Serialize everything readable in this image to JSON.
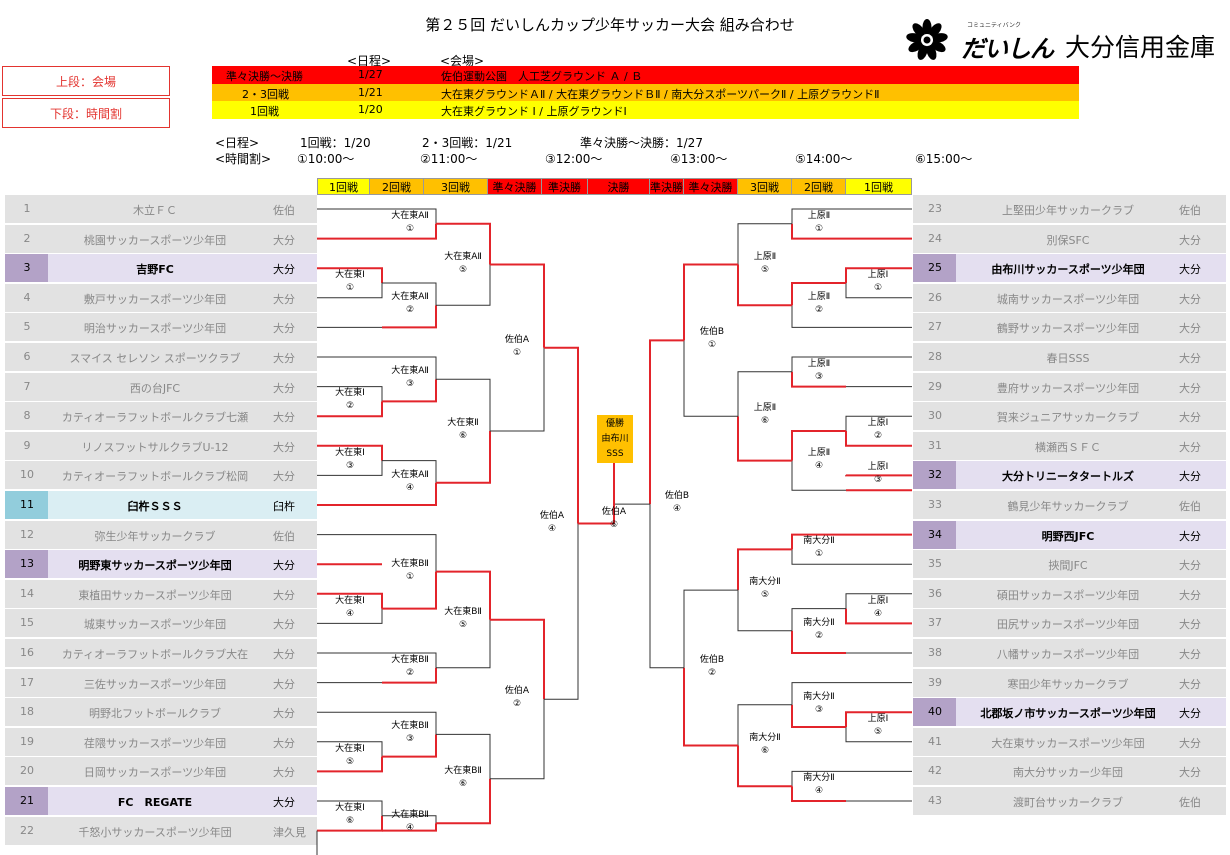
{
  "title": "第２５回 だいしんカップ少年サッカー大会 組み合わせ",
  "logo": {
    "small": "コミュニティバンク",
    "brand": "だいしん",
    "bank": "大分信用金庫"
  },
  "legend": {
    "upper": "上段：会場",
    "lower": "下段：時間割"
  },
  "schedule_header": {
    "date": "<日程>",
    "venue": "<会場>"
  },
  "schedule": [
    {
      "round": "準々決勝～決勝",
      "date": "1/27",
      "venue": "佐伯運動公園　人工芝グラウンド Ａ / Ｂ",
      "color": "#ff0000"
    },
    {
      "round": "2・3回戦",
      "date": "1/21",
      "venue": "大在東グラウンドＡⅡ / 大在東グラウンドＢⅡ / 南大分スポーツパークⅡ / 上原グラウンドⅡ",
      "color": "#ffc000"
    },
    {
      "round": "1回戦",
      "date": "1/20",
      "venue": "大在東グラウンド Ⅰ / 上原グラウンドⅠ",
      "color": "#ffff00"
    }
  ],
  "dates_line": {
    "label": "<日程>",
    "r1": "1回戦：1/20",
    "r23": "2・3回戦：1/21",
    "final": "準々決勝～決勝：1/27"
  },
  "times_line": {
    "label": "<時間割>",
    "t1": "①10:00～",
    "t2": "②11:00～",
    "t3": "③12:00～",
    "t4": "④13:00～",
    "t5": "⑤14:00～",
    "t6": "⑥15:00～"
  },
  "round_bar": [
    {
      "label": "1回戦",
      "color": "#ffff00"
    },
    {
      "label": "2回戦",
      "color": "#ffc000"
    },
    {
      "label": "3回戦",
      "color": "#ffc000"
    },
    {
      "label": "準々決勝",
      "color": "#ff0000"
    },
    {
      "label": "準決勝",
      "color": "#ff0000"
    },
    {
      "label": "決勝",
      "color": "#ff0000"
    },
    {
      "label": "準決勝",
      "color": "#ff0000"
    },
    {
      "label": "準々決勝",
      "color": "#ff0000"
    },
    {
      "label": "3回戦",
      "color": "#ffc000"
    },
    {
      "label": "2回戦",
      "color": "#ffc000"
    },
    {
      "label": "1回戦",
      "color": "#ffff00"
    }
  ],
  "left_teams": [
    {
      "no": "1",
      "name": "木立ＦＣ",
      "region": "佐伯",
      "hl": false
    },
    {
      "no": "2",
      "name": "桃園サッカースポーツ少年団",
      "region": "大分",
      "hl": false
    },
    {
      "no": "3",
      "name": "吉野FC",
      "region": "大分",
      "hl": true
    },
    {
      "no": "4",
      "name": "敷戸サッカースポーツ少年団",
      "region": "大分",
      "hl": false
    },
    {
      "no": "5",
      "name": "明治サッカースポーツ少年団",
      "region": "大分",
      "hl": false
    },
    {
      "no": "6",
      "name": "スマイス セレソン スポーツクラブ",
      "region": "大分",
      "hl": false
    },
    {
      "no": "7",
      "name": "西の台JFC",
      "region": "大分",
      "hl": false
    },
    {
      "no": "8",
      "name": "カティオーラフットボールクラブ七瀬",
      "region": "大分",
      "hl": false
    },
    {
      "no": "9",
      "name": "リノスフットサルクラブU-12",
      "region": "大分",
      "hl": false
    },
    {
      "no": "10",
      "name": "カティオーラフットボールクラブ松岡",
      "region": "大分",
      "hl": false
    },
    {
      "no": "11",
      "name": "臼杵ＳＳＳ",
      "region": "臼杵",
      "hl": true
    },
    {
      "no": "12",
      "name": "弥生少年サッカークラブ",
      "region": "佐伯",
      "hl": false
    },
    {
      "no": "13",
      "name": "明野東サッカースポーツ少年団",
      "region": "大分",
      "hl": true
    },
    {
      "no": "14",
      "name": "東植田サッカースポーツ少年団",
      "region": "大分",
      "hl": false
    },
    {
      "no": "15",
      "name": "城東サッカースポーツ少年団",
      "region": "大分",
      "hl": false
    },
    {
      "no": "16",
      "name": "カティオーラフットボールクラブ大在",
      "region": "大分",
      "hl": false
    },
    {
      "no": "17",
      "name": "三佐サッカースポーツ少年団",
      "region": "大分",
      "hl": false
    },
    {
      "no": "18",
      "name": "明野北フットボールクラブ",
      "region": "大分",
      "hl": false
    },
    {
      "no": "19",
      "name": "荏隈サッカースポーツ少年団",
      "region": "大分",
      "hl": false
    },
    {
      "no": "20",
      "name": "日岡サッカースポーツ少年団",
      "region": "大分",
      "hl": false
    },
    {
      "no": "21",
      "name": "FC　REGATE",
      "region": "大分",
      "hl": true
    },
    {
      "no": "22",
      "name": "千怒小サッカースポーツ少年団",
      "region": "津久見",
      "hl": false
    }
  ],
  "right_teams": [
    {
      "no": "23",
      "name": "上堅田少年サッカークラブ",
      "region": "佐伯",
      "hl": false
    },
    {
      "no": "24",
      "name": "別保SFC",
      "region": "大分",
      "hl": false
    },
    {
      "no": "25",
      "name": "由布川サッカースポーツ少年団",
      "region": "大分",
      "hl": true
    },
    {
      "no": "26",
      "name": "城南サッカースポーツ少年団",
      "region": "大分",
      "hl": false
    },
    {
      "no": "27",
      "name": "鶴野サッカースポーツ少年団",
      "region": "大分",
      "hl": false
    },
    {
      "no": "28",
      "name": "春日SSS",
      "region": "大分",
      "hl": false
    },
    {
      "no": "29",
      "name": "豊府サッカースポーツ少年団",
      "region": "大分",
      "hl": false
    },
    {
      "no": "30",
      "name": "賀来ジュニアサッカークラブ",
      "region": "大分",
      "hl": false
    },
    {
      "no": "31",
      "name": "横瀬西ＳＦＣ",
      "region": "大分",
      "hl": false
    },
    {
      "no": "32",
      "name": "大分トリニータタートルズ",
      "region": "大分",
      "hl": true
    },
    {
      "no": "33",
      "name": "鶴見少年サッカークラブ",
      "region": "佐伯",
      "hl": false
    },
    {
      "no": "34",
      "name": "明野西JFC",
      "region": "大分",
      "hl": true
    },
    {
      "no": "35",
      "name": "挾間JFC",
      "region": "大分",
      "hl": false
    },
    {
      "no": "36",
      "name": "碩田サッカースポーツ少年団",
      "region": "大分",
      "hl": false
    },
    {
      "no": "37",
      "name": "田尻サッカースポーツ少年団",
      "region": "大分",
      "hl": false
    },
    {
      "no": "38",
      "name": "八幡サッカースポーツ少年団",
      "region": "大分",
      "hl": false
    },
    {
      "no": "39",
      "name": "寒田少年サッカークラブ",
      "region": "大分",
      "hl": false
    },
    {
      "no": "40",
      "name": "北郡坂ノ市サッカースポーツ少年団",
      "region": "大分",
      "hl": true
    },
    {
      "no": "41",
      "name": "大在東サッカースポーツ少年団",
      "region": "大分",
      "hl": false
    },
    {
      "no": "42",
      "name": "南大分サッカー少年団",
      "region": "大分",
      "hl": false
    },
    {
      "no": "43",
      "name": "渡町台サッカークラブ",
      "region": "佐伯",
      "hl": false
    }
  ],
  "match_labels": {
    "L_r1": [
      {
        "venue": "大在東Ⅰ",
        "time": "①"
      },
      {
        "venue": "大在東Ⅰ",
        "time": "②"
      },
      {
        "venue": "大在東Ⅰ",
        "time": "③"
      },
      {
        "venue": "大在東Ⅰ",
        "time": "④"
      },
      {
        "venue": "大在東Ⅰ",
        "time": "⑤"
      },
      {
        "venue": "大在東Ⅰ",
        "time": "⑥"
      }
    ],
    "L_r2": [
      {
        "venue": "大在東AⅡ",
        "time": "①"
      },
      {
        "venue": "大在東AⅡ",
        "time": "②"
      },
      {
        "venue": "大在東AⅡ",
        "time": "③"
      },
      {
        "venue": "大在東AⅡ",
        "time": "④"
      },
      {
        "venue": "大在東BⅡ",
        "time": "①"
      },
      {
        "venue": "大在東BⅡ",
        "time": "②"
      },
      {
        "venue": "大在東BⅡ",
        "time": "③"
      },
      {
        "venue": "大在東BⅡ",
        "time": "④"
      }
    ],
    "L_r3": [
      {
        "venue": "大在東AⅡ",
        "time": "⑤"
      },
      {
        "venue": "大在東Ⅱ",
        "time": "⑥"
      },
      {
        "venue": "大在東BⅡ",
        "time": "⑤"
      },
      {
        "venue": "大在東BⅡ",
        "time": "⑥"
      }
    ],
    "L_qf": [
      {
        "venue": "佐伯A",
        "time": "①"
      },
      {
        "venue": "佐伯A",
        "time": "②"
      }
    ],
    "L_sf": [
      {
        "venue": "佐伯A",
        "time": "④"
      }
    ],
    "final": {
      "venue": "佐伯A",
      "time": "⑥"
    },
    "R_sf": [
      {
        "venue": "佐伯B",
        "time": "④"
      }
    ],
    "R_qf": [
      {
        "venue": "佐伯B",
        "time": "①"
      },
      {
        "venue": "佐伯B",
        "time": "②"
      }
    ],
    "R_r3": [
      {
        "venue": "上原Ⅱ",
        "time": "⑤"
      },
      {
        "venue": "上原Ⅱ",
        "time": "⑥"
      },
      {
        "venue": "南大分Ⅱ",
        "time": "⑤"
      },
      {
        "venue": "南大分Ⅱ",
        "time": "⑥"
      }
    ],
    "R_r2": [
      {
        "venue": "上原Ⅱ",
        "time": "①"
      },
      {
        "venue": "上原Ⅱ",
        "time": "②"
      },
      {
        "venue": "上原Ⅱ",
        "time": "③"
      },
      {
        "venue": "上原Ⅱ",
        "time": "④"
      },
      {
        "venue": "南大分Ⅱ",
        "time": "①"
      },
      {
        "venue": "南大分Ⅱ",
        "time": "②"
      },
      {
        "venue": "南大分Ⅱ",
        "time": "③"
      },
      {
        "venue": "南大分Ⅱ",
        "time": "④"
      }
    ],
    "R_r1": [
      {
        "venue": "上原Ⅰ",
        "time": "①"
      },
      {
        "venue": "上原Ⅰ",
        "time": "②"
      },
      {
        "venue": "上原Ⅰ",
        "time": "③"
      },
      {
        "venue": "上原Ⅰ",
        "time": "④"
      },
      {
        "venue": "上原Ⅰ",
        "time": "⑤"
      }
    ]
  },
  "champion": {
    "label": "優勝",
    "team_line1": "由布川",
    "team_line2": "SSS",
    "color": "#ffc000"
  },
  "colors": {
    "win": "#e3242b",
    "line": "#333333",
    "row_bg": "#e2e2e2",
    "row_hl": "#e4dff0",
    "no_hl": "#b3a2c7",
    "row_usuki": "#daeef3",
    "no_usuki": "#92cddc"
  }
}
